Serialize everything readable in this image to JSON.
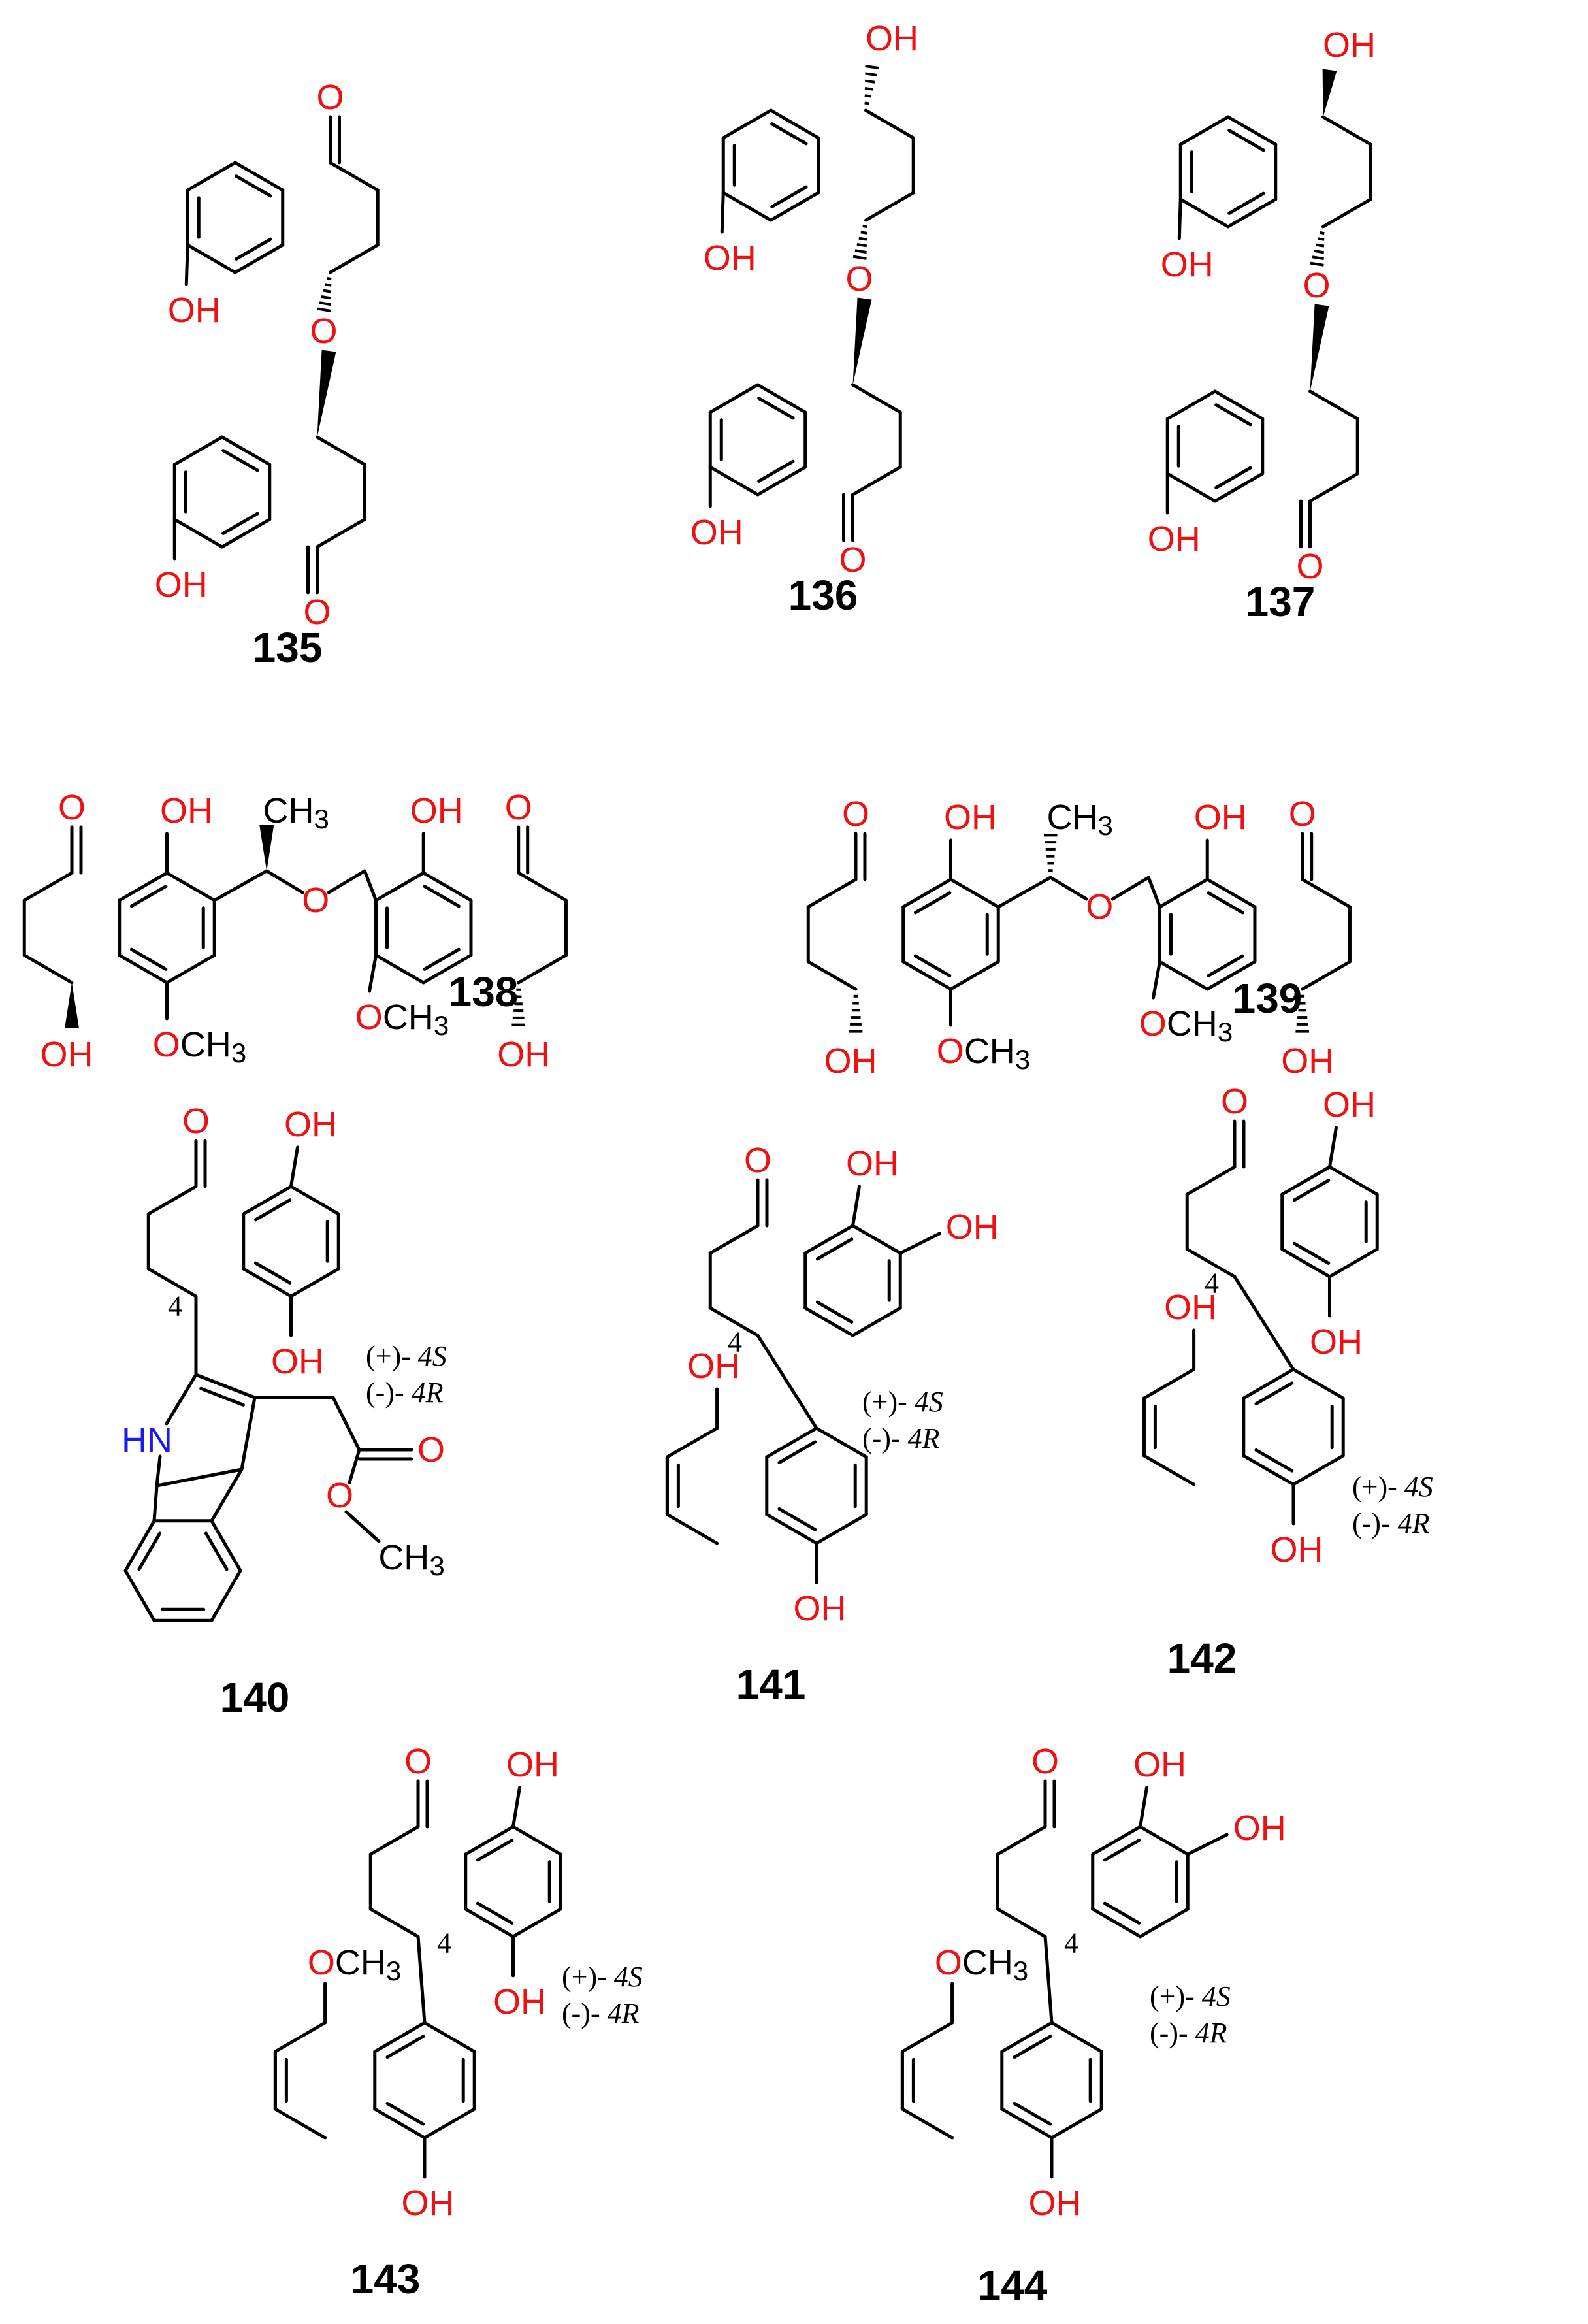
{
  "labels": {
    "oh": "OH",
    "o": "O",
    "hn": "HN",
    "och3": "OCH3",
    "ch3": "CH3",
    "position": "4"
  },
  "stereo_notes": {
    "plus_prefix": "(+)-",
    "plus_config": "4S",
    "minus_prefix": "(-)-",
    "minus_config": "4R"
  },
  "compounds": [
    {
      "id": "135"
    },
    {
      "id": "136"
    },
    {
      "id": "137"
    },
    {
      "id": "138"
    },
    {
      "id": "139"
    },
    {
      "id": "140"
    },
    {
      "id": "141"
    },
    {
      "id": "142"
    },
    {
      "id": "143"
    },
    {
      "id": "144"
    }
  ],
  "colors": {
    "bond": "#000000",
    "oxygen": "#ee1111",
    "nitrogen": "#1a1aee",
    "text": "#000000"
  }
}
